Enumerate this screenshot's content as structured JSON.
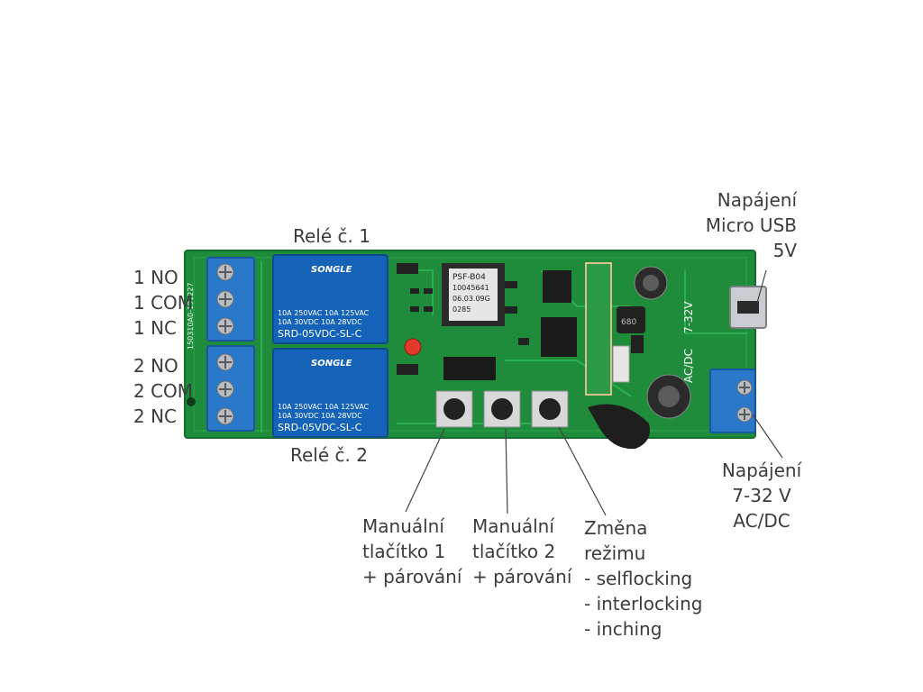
{
  "terminals_left": {
    "relay1": [
      "1 NO",
      "1 COM",
      "1 NC"
    ],
    "relay2": [
      "2 NO",
      "2 COM",
      "2 NC"
    ]
  },
  "relay1_label": "Relé č. 1",
  "relay2_label": "Relé č. 2",
  "power_usb": [
    "Napájení",
    "Micro USB",
    "5V"
  ],
  "power_dc": [
    "Napájení",
    "7-32 V",
    "AC/DC"
  ],
  "button1": [
    "Manuální",
    "tlačítko 1",
    "+ párování"
  ],
  "button2": [
    "Manuální",
    "tlačítko 2",
    "+ párování"
  ],
  "mode_button": [
    "Změna",
    "režimu",
    "- selflocking",
    "- interlocking",
    "- inching"
  ],
  "pcb": {
    "relay_brand": "SONGLE",
    "relay_spec1": "10A 250VAC   10A 125VAC",
    "relay_spec2": "10A 30VDC    10A 28VDC",
    "relay_model": "SRD-05VDC-SL-C",
    "module_lines": [
      "PSF-B04",
      "10045641",
      "06.03.09G",
      "0285"
    ],
    "voltage_text": "7-32V",
    "acdc_text": "AC/DC",
    "pcb_id": "150310A0-191227",
    "inductor_text": "680"
  },
  "colors": {
    "pcb": "#1e8c3a",
    "pcb_edge": "#13702c",
    "relay": "#1463b8",
    "terminal": "#2a78c9",
    "leader": "#444444"
  }
}
